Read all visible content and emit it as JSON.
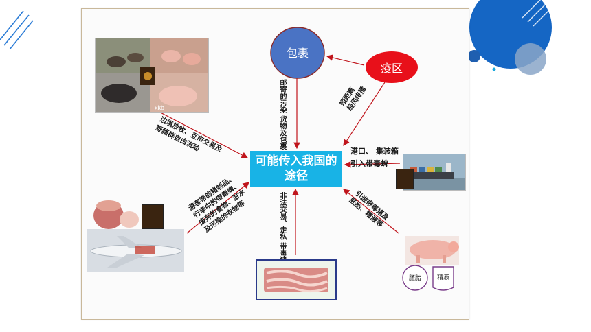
{
  "nodes": {
    "center": "可能传入我国的途径",
    "package": "包裹",
    "epidemic_zone": "疫区",
    "embryo": "胚胎",
    "semen": "精液"
  },
  "edge_labels": {
    "package_to_center": [
      "邮寄的污染",
      "货物及包裹"
    ],
    "zone_to_center": [
      "短距离",
      "经风传播"
    ],
    "ports": [
      "港口、 集装箱",
      "引入带毒蜱"
    ],
    "import_pigs": [
      "引进带毒猪及",
      "胚胎、精液等"
    ],
    "smuggling": [
      "非法交易、走私",
      "带毒猪及其产品"
    ],
    "travelers": [
      "游客带的猪制品、",
      "行李中的带毒蜱、",
      "废弃的食物、泔水",
      "及污染的衣物等"
    ],
    "border": [
      "边境放牧、互市交易及",
      "野猪群自由流动"
    ]
  },
  "image_marks": {
    "pig_photo_watermark": "xkb"
  },
  "colors": {
    "center_fill": "#18b3e6",
    "package_fill": "#4a73c4",
    "zone_fill": "#e8101a",
    "arrow": "#c0151c",
    "deco_blue": "#1566c4"
  }
}
